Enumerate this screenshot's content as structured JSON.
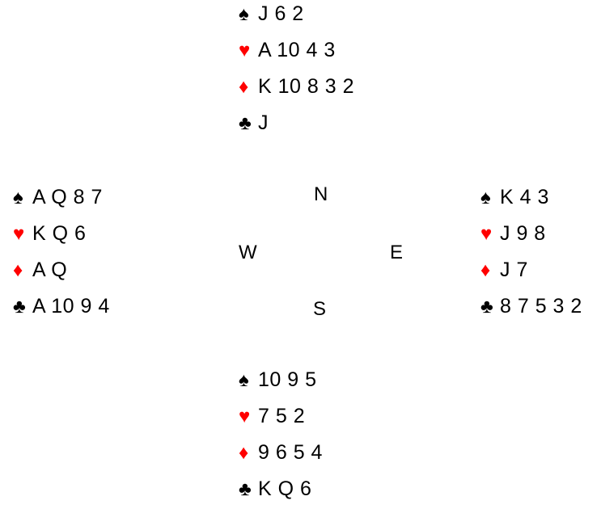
{
  "suit_symbols": {
    "spades": "♠",
    "hearts": "♥",
    "diamonds": "♦",
    "clubs": "♣"
  },
  "colors": {
    "red_suit": "#ff0000",
    "black_suit": "#000000"
  },
  "hands": {
    "north": {
      "spades": "J 6 2",
      "hearts": "A 10 4 3",
      "diamonds": "K 10 8 3 2",
      "clubs": "J"
    },
    "west": {
      "spades": "A Q 8 7",
      "hearts": "K Q 6",
      "diamonds": "A Q",
      "clubs": "A 10 9 4"
    },
    "east": {
      "spades": "K 4 3",
      "hearts": "J 9 8",
      "diamonds": "J 7",
      "clubs": "8 7 5 3 2"
    },
    "south": {
      "spades": "10 9 5",
      "hearts": "7 5 2",
      "diamonds": "9 6 5 4",
      "clubs": "K Q 6"
    }
  },
  "compass": {
    "n": "N",
    "w": "W",
    "e": "E",
    "s": "S"
  }
}
